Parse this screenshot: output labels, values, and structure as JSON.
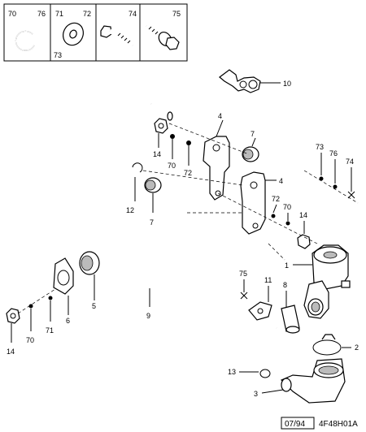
{
  "hardware_panel": {
    "cells": [
      {
        "icon": "circlip-icon",
        "labels": [
          "70",
          "76"
        ]
      },
      {
        "icon": "washer-icon",
        "labels": [
          "71",
          "72",
          "73"
        ]
      },
      {
        "icon": "bolt-icon",
        "labels": [
          "74"
        ]
      },
      {
        "icon": "flange-bolt-icon",
        "labels": [
          "75"
        ]
      }
    ]
  },
  "callouts": {
    "c10": "10",
    "c4a": "4",
    "c7a": "7",
    "c14a": "14",
    "c70a": "70",
    "c72a": "72",
    "c4b": "4",
    "c73": "73",
    "c76": "76",
    "c74": "74",
    "c12": "12",
    "c7b": "7",
    "c72b": "72",
    "c70b": "70",
    "c14b": "14",
    "c1": "1",
    "c75": "75",
    "c11": "11",
    "c8": "8",
    "c6": "6",
    "c5": "5",
    "c9": "9",
    "c14c": "14",
    "c70c": "70",
    "c71": "71",
    "c2": "2",
    "c13": "13",
    "c3": "3"
  },
  "footer": {
    "date": "07/94",
    "reference": "4F48H01A"
  }
}
